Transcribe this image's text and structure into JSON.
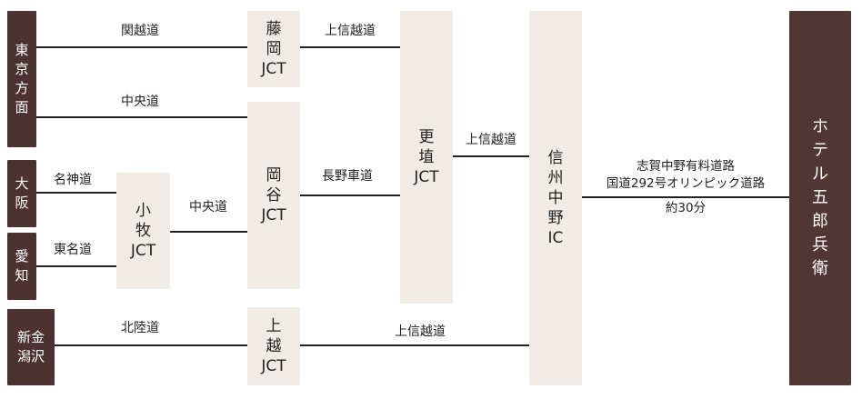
{
  "origins": {
    "tokyo": "東京方面",
    "osaka": "大阪",
    "aichi": "愛知",
    "niigata_line1": "新金",
    "niigata_line2": "潟沢"
  },
  "junctions": {
    "fujioka": "藤岡JCT",
    "okaya": "岡谷JCT",
    "komaki": "小牧JCT",
    "joetsu": "上越JCT",
    "koshoku": "更埴JCT",
    "shinshu_nakano": "信州中野IC"
  },
  "destination": "ホテル五郎兵衛",
  "roads": {
    "kanetsu": "関越道",
    "chuo_top": "中央道",
    "meishin": "名神道",
    "tomei": "東名道",
    "chuo_komaki": "中央道",
    "hokuriku": "北陸道",
    "joshinetsu_fujioka": "上信越道",
    "nagano": "長野車道",
    "joshinetsu_joetsu": "上信越道",
    "joshinetsu_koshoku": "上信越道",
    "shiga_line1": "志賀中野有料道路",
    "shiga_line2": "国道292号オリンピック道路",
    "time": "約30分"
  }
}
